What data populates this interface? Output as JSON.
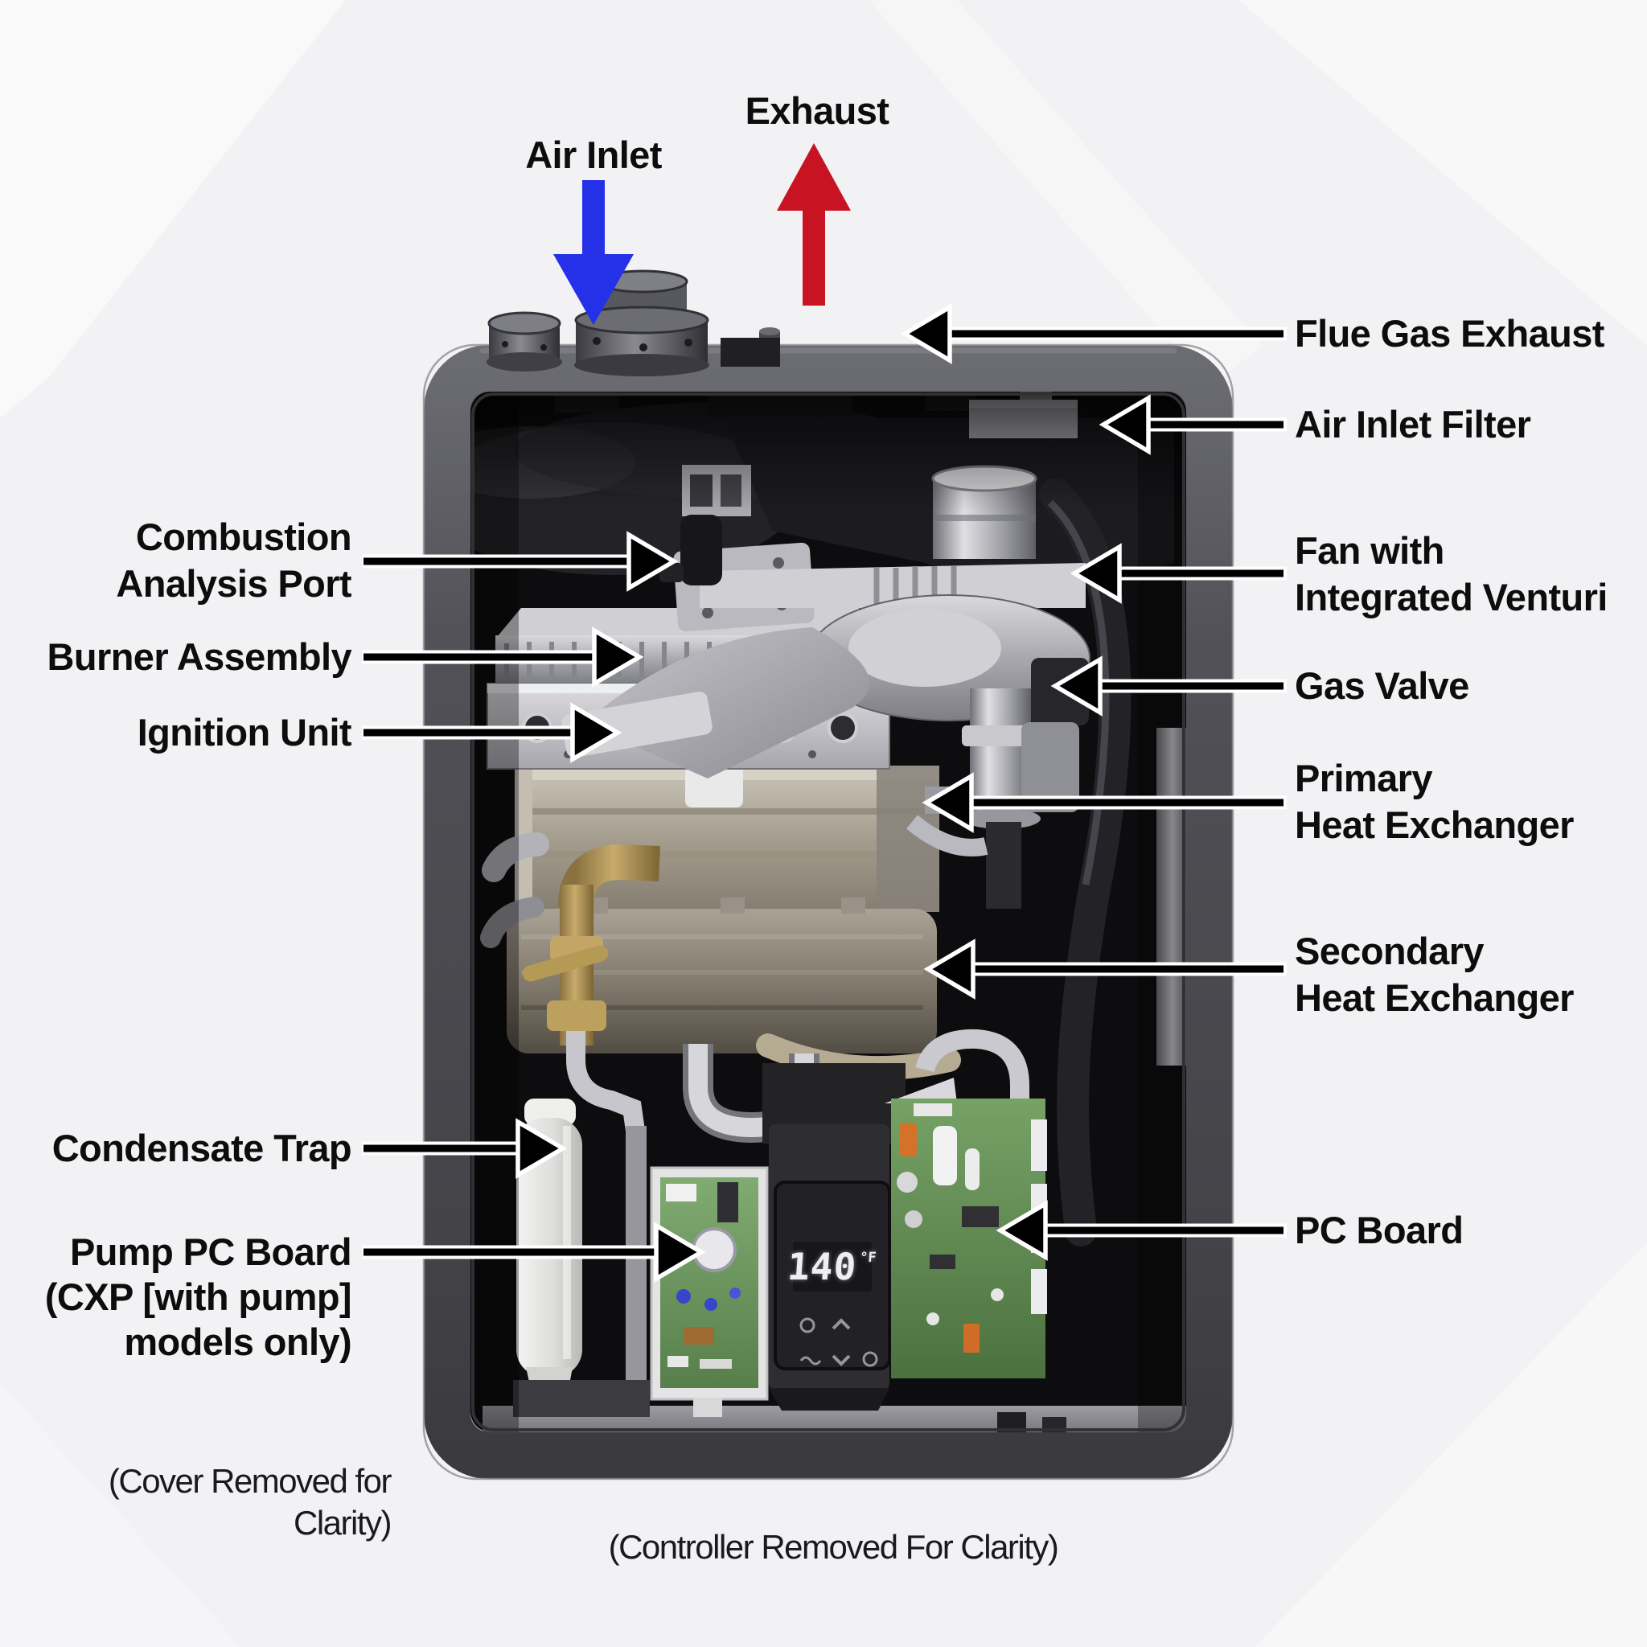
{
  "labels": {
    "air_inlet": "Air Inlet",
    "exhaust": "Exhaust",
    "flue_gas_exhaust": "Flue Gas Exhaust",
    "air_inlet_filter": "Air Inlet Filter",
    "fan_line1": "Fan with",
    "fan_line2": "Integrated Venturi",
    "gas_valve": "Gas Valve",
    "primary_line1": "Primary",
    "primary_line2": "Heat Exchanger",
    "secondary_line1": "Secondary",
    "secondary_line2": "Heat Exchanger",
    "pc_board": "PC Board",
    "combustion_line1": "Combustion",
    "combustion_line2": "Analysis Port",
    "burner_assembly": "Burner Assembly",
    "ignition_unit": "Ignition Unit",
    "condensate_trap": "Condensate Trap",
    "pump_line1": "Pump PC Board",
    "pump_line2": "(CXP [with pump]",
    "pump_line3": "models only)"
  },
  "notes": {
    "cover_line1": "(Cover Removed for",
    "cover_line2": "Clarity)",
    "controller": "(Controller Removed For Clarity)"
  },
  "display": {
    "temp": "140",
    "unit": "°F"
  },
  "colors": {
    "inlet_arrow": "#2431e8",
    "exhaust_arrow": "#c81422",
    "label_text": "#0d0d0d",
    "casing": "#4a4a4f",
    "pcb_green": "#6f9e63"
  }
}
